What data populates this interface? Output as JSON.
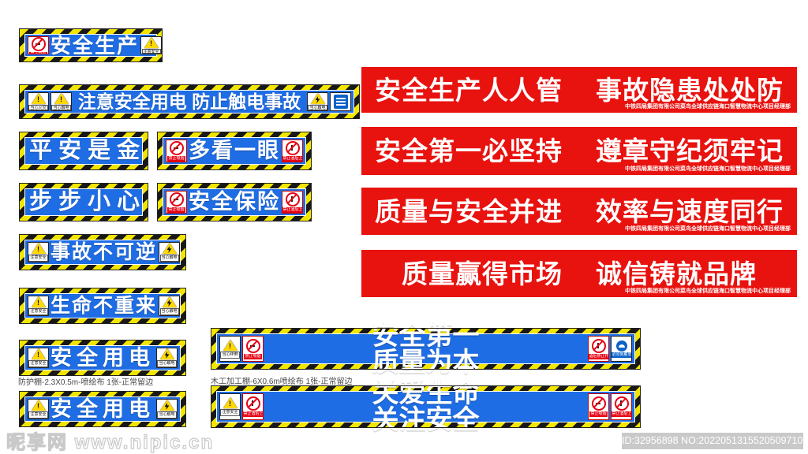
{
  "colors": {
    "banner_blue": "#1f6de4",
    "banner_red": "#e8120f",
    "stripe_yellow": "#f2e600",
    "stripe_black": "#181818",
    "prohibit_red": "#e60012",
    "warning_yellow": "#ffd800",
    "mandatory_blue": "#0a62c9"
  },
  "blue_banners": [
    {
      "id": "b1",
      "name": "banner-safety-production",
      "text": "安全生产",
      "left_icons": [
        {
          "type": "no-smoking",
          "label": "禁止吸烟"
        }
      ],
      "right_icons": [
        {
          "type": "warning",
          "label": "注意安全"
        }
      ]
    },
    {
      "id": "b2",
      "name": "banner-electric-safety-notice",
      "text": "注意安全用电 防止触电事故",
      "left_icons": [
        {
          "type": "warning",
          "label": "当心火灾"
        },
        {
          "type": "warning",
          "label": "当心触电"
        }
      ],
      "right_icons": [
        {
          "type": "warning-electric",
          "label": "当心触电"
        },
        {
          "type": "info-blue",
          "label": "安全用电"
        }
      ]
    },
    {
      "id": "b3",
      "name": "banner-peace-is-gold",
      "text": "平安是金",
      "left_icons": [],
      "right_icons": []
    },
    {
      "id": "b4",
      "name": "banner-look-once-more",
      "text": "多看一眼",
      "left_icons": [
        {
          "type": "no-smoking",
          "label": "禁止吸烟"
        }
      ],
      "right_icons": [
        {
          "type": "no-alcohol",
          "label": "禁止酒后上岗"
        }
      ]
    },
    {
      "id": "b5",
      "name": "banner-step-carefully",
      "text": "步步小心",
      "left_icons": [],
      "right_icons": []
    },
    {
      "id": "b6",
      "name": "banner-safety-insurance",
      "text": "安全保险",
      "left_icons": [
        {
          "type": "no-smoking",
          "label": "禁止吸烟"
        }
      ],
      "right_icons": [
        {
          "type": "no-alcohol",
          "label": "禁止酒后上岗"
        }
      ]
    },
    {
      "id": "b7",
      "name": "banner-accident-irreversible",
      "text": "事故不可逆",
      "left_icons": [
        {
          "type": "warning",
          "label": "注意安全"
        }
      ],
      "right_icons": [
        {
          "type": "warning-electric",
          "label": "当心触电"
        }
      ]
    },
    {
      "id": "b8",
      "name": "banner-life-no-second-chance",
      "text": "生命不重来",
      "left_icons": [
        {
          "type": "warning",
          "label": "注意安全"
        }
      ],
      "right_icons": [
        {
          "type": "warning-electric",
          "label": "当心触电"
        }
      ]
    },
    {
      "id": "b9",
      "name": "banner-electric-safety-1",
      "text": "安全用电",
      "left_icons": [
        {
          "type": "warning",
          "label": "注意安全"
        }
      ],
      "right_icons": [
        {
          "type": "warning-electric",
          "label": "当心触电"
        }
      ]
    },
    {
      "id": "b10",
      "name": "banner-electric-safety-2",
      "text": "安全用电",
      "left_icons": [
        {
          "type": "warning",
          "label": "注意安全"
        }
      ],
      "right_icons": [
        {
          "type": "warning-electric",
          "label": "当心触电"
        }
      ]
    }
  ],
  "wide_banners": [
    {
      "id": "w1",
      "name": "banner-safety-first-quality-foremost",
      "text_left": "安全第一",
      "text_right": "质量为本",
      "left_icons": [
        {
          "type": "warning",
          "label": "当心绊倒"
        },
        {
          "type": "no-smoking",
          "label": "禁止吸烟"
        }
      ],
      "right_icons": [
        {
          "type": "no-alcohol",
          "label": "酒后禁止作业"
        },
        {
          "type": "mandatory-blue",
          "label": "必须佩戴安全帽"
        }
      ]
    },
    {
      "id": "w2",
      "name": "banner-care-life-mind-safety",
      "text_left": "关爱生命",
      "text_right": "关注安全",
      "left_icons": [
        {
          "type": "warning",
          "label": "注意安全"
        },
        {
          "type": "no-alcohol",
          "label": "禁止酒后上岗"
        }
      ],
      "right_icons": [
        {
          "type": "no-smoking",
          "label": "禁止吸烟"
        },
        {
          "type": "no-alcohol",
          "label": "禁止酒后上岗"
        }
      ]
    }
  ],
  "red_banners": [
    {
      "id": "r1",
      "name": "red-banner-everyone-manages-safety",
      "text_left": "安全生产人人管",
      "text_right": "事故隐患处处防",
      "subtext": "中铁四局集团有限公司菜鸟全球供应链海口智慧物流中心项目经理部"
    },
    {
      "id": "r2",
      "name": "red-banner-safety-first-persist",
      "text_left": "安全第一必坚持",
      "text_right": "遵章守纪须牢记",
      "subtext": "中铁四局集团有限公司菜鸟全球供应链海口智慧物流中心项目经理部"
    },
    {
      "id": "r3",
      "name": "red-banner-quality-safety-together",
      "text_left": "质量与安全并进",
      "text_right": "效率与速度同行",
      "subtext": "中铁四局集团有限公司菜鸟全球供应链海口智慧物流中心项目经理部"
    },
    {
      "id": "r4",
      "name": "red-banner-quality-wins-market",
      "text_left": "质量赢得市场",
      "text_right": "诚信铸就品牌",
      "subtext": "中铁四局集团有限公司菜鸟全球供应链海口智慧物流中心项目经理部"
    }
  ],
  "captions": [
    {
      "id": "c1",
      "text": "防护棚-2.3X0.5m-喷绘布 1张-正常留边"
    },
    {
      "id": "c2",
      "text": "木工加工棚-6X0.6m喷绘布 1张-正常留边"
    }
  ],
  "watermark": {
    "text": "昵享网 www.nipic.cn"
  },
  "id_badge": {
    "text": "ID:32956898 NO:20220513155205097109"
  }
}
